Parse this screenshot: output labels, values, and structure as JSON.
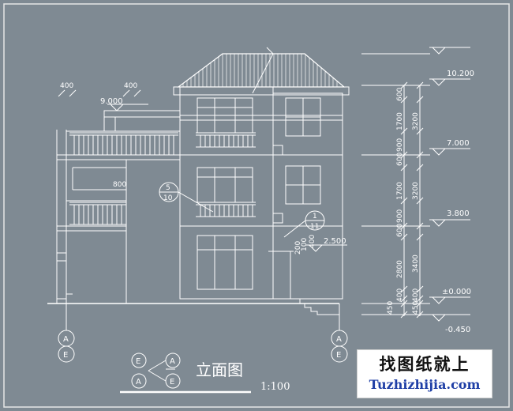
{
  "title": "立面图",
  "scale": "1:100",
  "levels": [
    "10.200",
    "7.000",
    "3.800",
    "±0.000",
    "-0.450",
    "9.000",
    "2.500"
  ],
  "vertical_dimensions_inner": [
    "600",
    "1700",
    "900",
    "600",
    "1700",
    "900",
    "600",
    "2800",
    "400",
    "450"
  ],
  "vertical_dimensions_outer": [
    "3200",
    "3200",
    "3400",
    "400",
    "450"
  ],
  "small_dimensions": [
    "400",
    "400",
    "800",
    "100",
    "200",
    "400"
  ],
  "axis_labels": {
    "left_top": "A",
    "left_bottom": "E",
    "right_top": "A",
    "right_bottom": "E"
  },
  "detail_callouts": [
    {
      "num": "5",
      "sheet": "10"
    },
    {
      "num": "1",
      "sheet": "11"
    }
  ],
  "legend": {
    "row1_from": "E",
    "row1_to": "A",
    "row2_from": "A",
    "row2_to": "E"
  },
  "watermark": {
    "cn": "找图纸就上",
    "url": "Tuzhizhijia.com"
  },
  "colors": {
    "background": "#7f8a93",
    "line": "#ffffff"
  }
}
